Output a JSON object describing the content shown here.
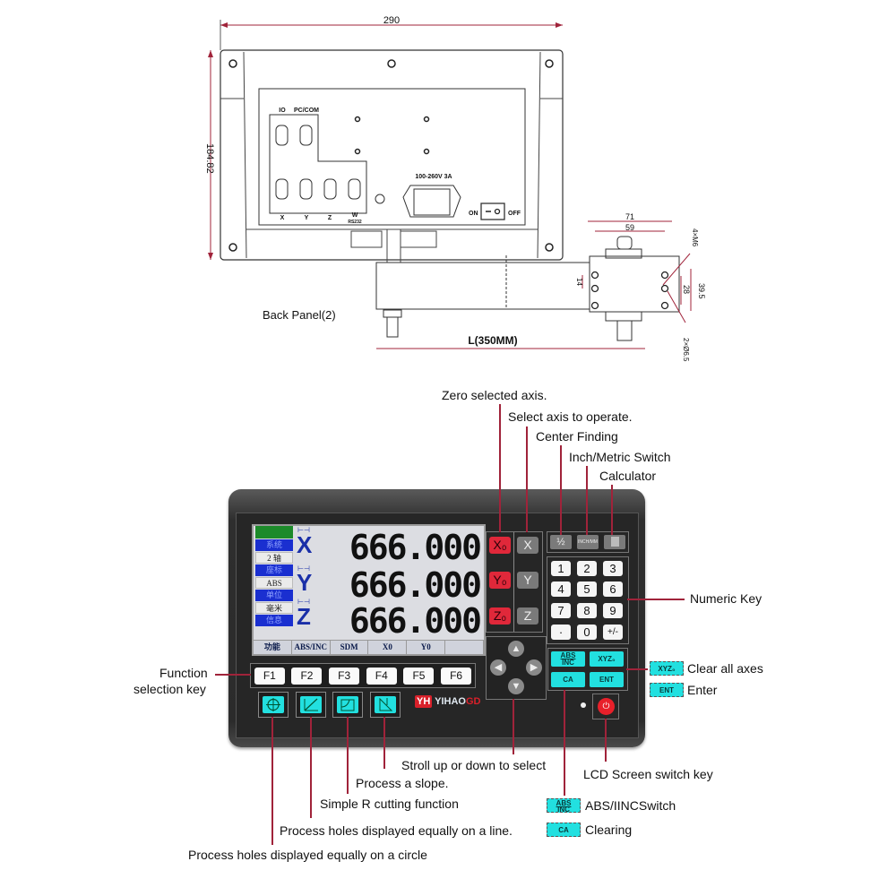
{
  "back_panel": {
    "caption": "Back Panel(2)",
    "dimensions": {
      "width": "290",
      "height": "184.82",
      "bracket_length": "L(350MM)",
      "bracket_outer": "71",
      "bracket_inner": "59",
      "hole_spacing_small": "14",
      "hole_spacing": "28",
      "bracket_height": "39.5",
      "thread_spec": "4×M6",
      "hole_spec": "2×Ø6.5"
    },
    "ports": {
      "io": "IO",
      "rs232_top": "PC/COM",
      "x": "X",
      "y": "Y",
      "z": "Z",
      "w": "W",
      "w_sub": "RS232"
    },
    "power_rating": "100-260V  3A",
    "switch_on": "ON",
    "switch_off": "OFF"
  },
  "front_panel": {
    "lcd": {
      "menu": [
        "系统",
        "2 轴",
        "座标",
        "ABS",
        "单位",
        "毫米",
        "信息"
      ],
      "axes": [
        {
          "label": "X",
          "value": "666.000"
        },
        {
          "label": "Y",
          "value": "666.000"
        },
        {
          "label": "Z",
          "value": "666.000"
        }
      ],
      "softkeys": [
        "功能",
        "ABS/INC",
        "SDM",
        "X0",
        "Y0",
        ""
      ]
    },
    "function_keys": [
      "F1",
      "F2",
      "F3",
      "F4",
      "F5",
      "F6"
    ],
    "zero_keys": [
      "X₀",
      "Y₀",
      "Z₀"
    ],
    "axis_keys": [
      "X",
      "Y",
      "Z"
    ],
    "top_keys": [
      "½",
      "INCH/MM",
      "calculator"
    ],
    "numpad": [
      "1",
      "2",
      "3",
      "4",
      "5",
      "6",
      "7",
      "8",
      "9",
      "·",
      "0",
      "+/-"
    ],
    "cyan_keys": {
      "abs_inc_top": "ABS",
      "abs_inc_bottom": "INC",
      "xyz": "XYZ₀",
      "ca": "CA",
      "ent": "ENT"
    },
    "brand": {
      "mark": "YH",
      "name": "YIHAO",
      "suffix": "GD"
    }
  },
  "callouts": {
    "zero_axis": "Zero selected axis.",
    "select_axis": "Select axis to operate.",
    "center_finding": "Center Finding",
    "inch_metric": "Inch/Metric Switch",
    "calculator": "Calculator",
    "numeric_key": "Numeric Key",
    "clear_all_axes": "Clear all axes",
    "enter": "Enter",
    "function_selection_1": "Function",
    "function_selection_2": "selection key",
    "stroll": "Stroll up or down to select",
    "lcd_switch": "LCD Screen switch key",
    "process_slope": "Process a slope.",
    "simple_r": "Simple R cutting function",
    "abs_inc_switch": "ABS/IINCSwitch",
    "holes_line": "Process holes displayed equally on a line.",
    "clearing": "Clearing",
    "holes_circle": "Process holes displayed equally on a circle"
  },
  "colors": {
    "leader": "#a0233a",
    "cyan_key": "#22e0e0",
    "zero_key": "#e0283a",
    "lcd_blue": "#1a2fd0"
  }
}
